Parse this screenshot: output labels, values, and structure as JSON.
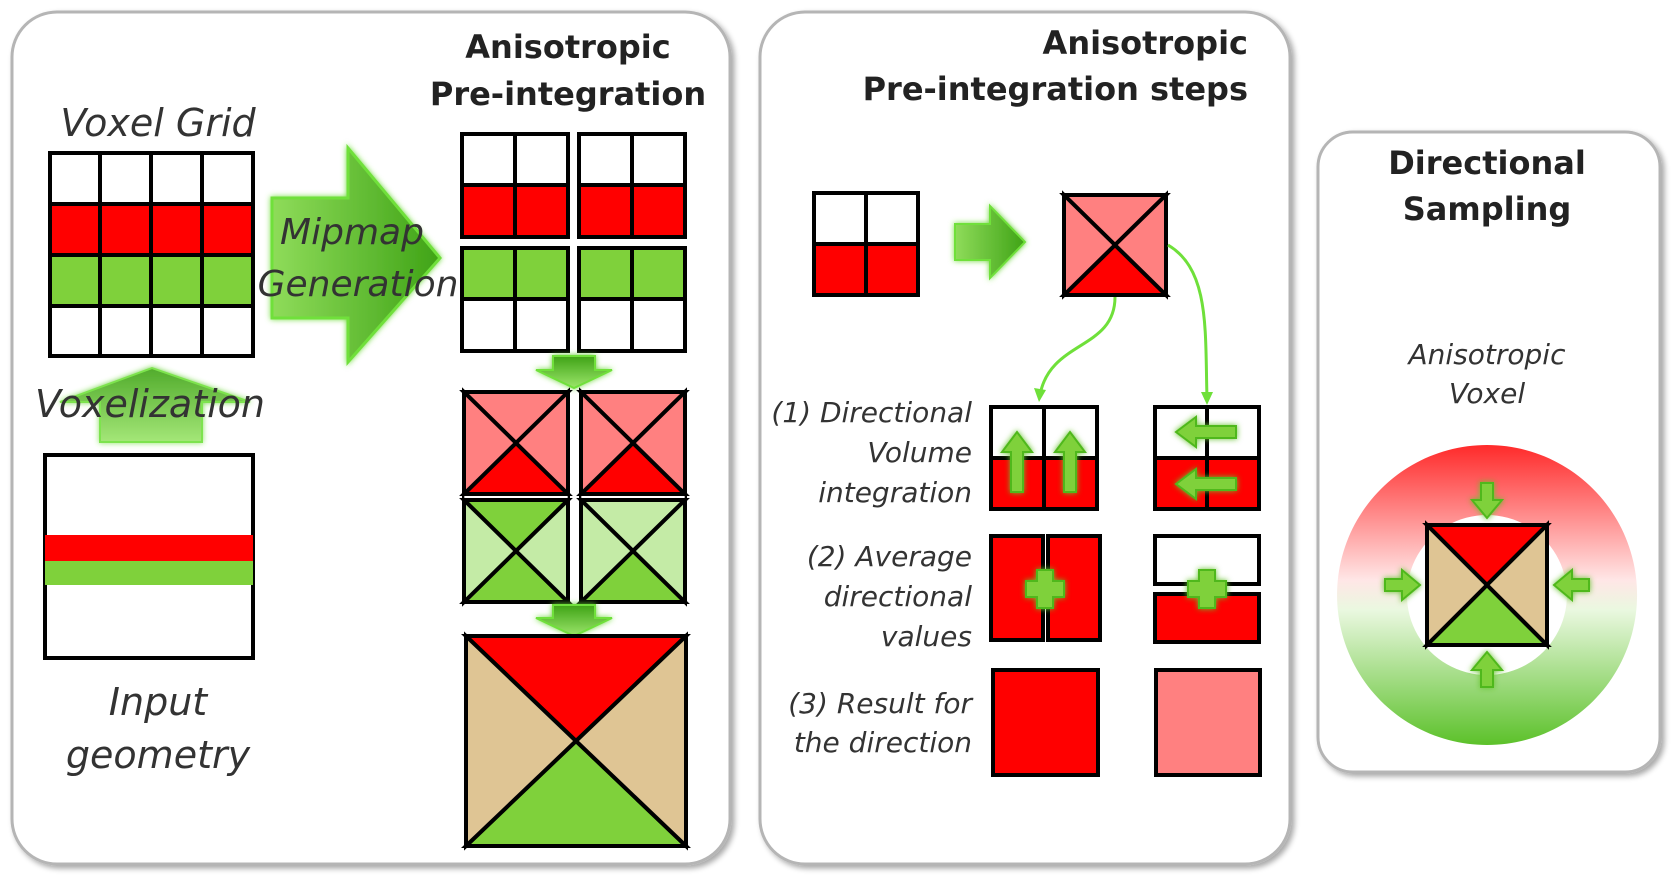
{
  "panels": {
    "left": {
      "voxel_grid_label": "Voxel Grid",
      "mipmap_line1": "Mipmap",
      "mipmap_line2": "Generation",
      "voxelization_label": "Voxelization",
      "input_line1": "Input",
      "input_line2": "geometry",
      "aniso_title_line1": "Anisotropic",
      "aniso_title_line2": "Pre-integration"
    },
    "middle": {
      "title_line1": "Anisotropic",
      "title_line2": "Pre-integration steps",
      "step1_line1": "(1) Directional",
      "step1_line2": "Volume",
      "step1_line3": "integration",
      "step2_line1": "(2) Average",
      "step2_line2": "directional",
      "step2_line3": "values",
      "step3_line1": "(3) Result for",
      "step3_line2": "the direction"
    },
    "right": {
      "title_line1": "Directional",
      "title_line2": "Sampling",
      "voxel_line1": "Anisotropic",
      "voxel_line2": "Voxel"
    }
  },
  "colors": {
    "red": "#ff0000",
    "light_red": "#ff8080",
    "green": "#7fd13b",
    "light_green": "#c4eba6",
    "tan": "#dfc594",
    "arrow_green": "#5cc12a",
    "panel_border": "#b5b5b5"
  }
}
